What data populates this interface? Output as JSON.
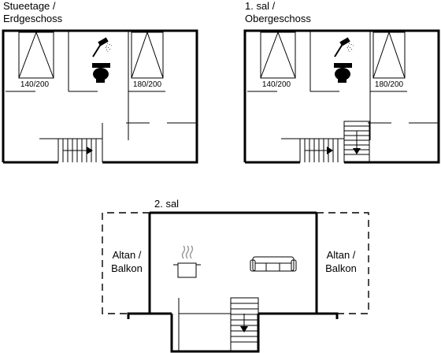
{
  "floors": {
    "ground": {
      "title_line1": "Stueetage /",
      "title_line2": "Erdgeschoss",
      "bed_left": "140/200",
      "bed_right": "180/200"
    },
    "first": {
      "title_line1": "1. sal /",
      "title_line2": "Obergeschoss",
      "bed_left": "140/200",
      "bed_right": "180/200"
    },
    "second": {
      "title": "2. sal",
      "balcony_left_line1": "Altan /",
      "balcony_left_line2": "Balkon",
      "balcony_right_line1": "Altan /",
      "balcony_right_line2": "Balkon"
    }
  },
  "icons": [
    "bed-icon",
    "shower-icon",
    "toilet-icon",
    "stairs-icon",
    "cooking-pot-icon",
    "sofa-icon"
  ]
}
